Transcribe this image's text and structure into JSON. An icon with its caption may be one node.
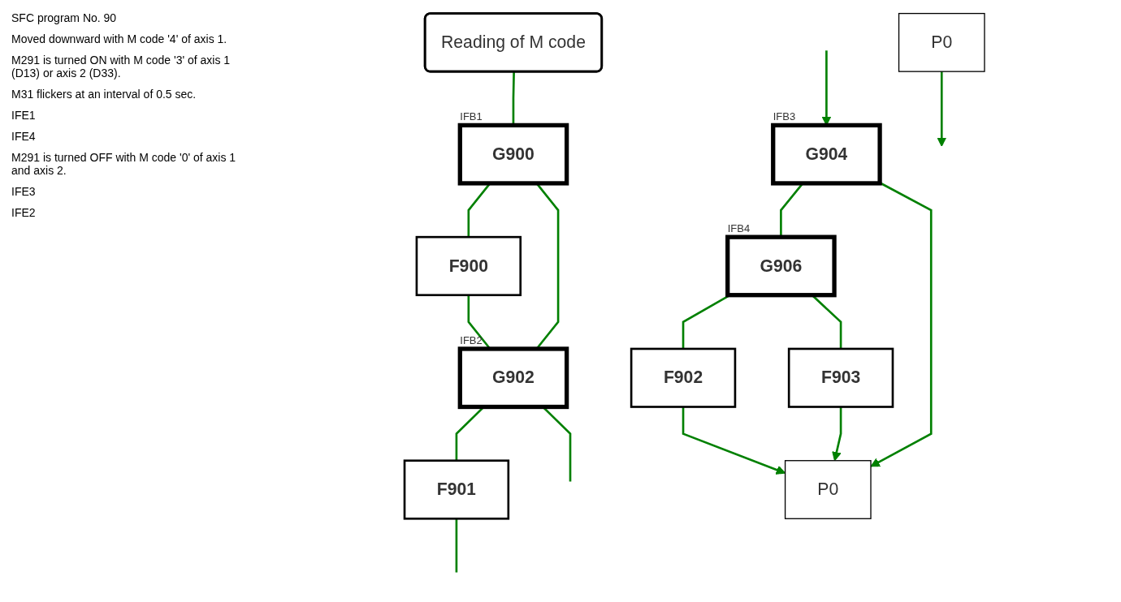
{
  "diagram": {
    "nodes": [
      {
        "text": [
          "Reading of M code"
        ]
      },
      {
        "text": [
          "P0"
        ]
      },
      {
        "text": [
          "G900"
        ],
        "beside": [
          "IFB1"
        ]
      },
      {
        "text": [
          "F900"
        ]
      },
      {
        "text": [
          "G902"
        ],
        "beside": [
          "IFB2"
        ]
      },
      {
        "text": [
          "F901"
        ]
      },
      {
        "text": [
          "G904"
        ],
        "beside": [
          "IFB3"
        ]
      },
      {
        "text": [
          "G906"
        ],
        "beside": [
          "IFB4"
        ]
      },
      {
        "text": [
          "F902"
        ]
      },
      {
        "text": [
          "F903"
        ]
      },
      {
        "text": [
          "P0"
        ]
      }
    ],
    "edges": [
      {
        "from": 0,
        "to": 2,
        "arrow": "none"
      },
      {
        "from": 1,
        "to": null,
        "arrow": "to"
      },
      {
        "from": 2,
        "to": 3,
        "arrow": "none"
      },
      {
        "from": 3,
        "to": 4,
        "arrow": "none"
      },
      {
        "from": 2,
        "to": 4,
        "arrow": "none"
      },
      {
        "from": 4,
        "to": 5,
        "arrow": "none"
      },
      {
        "from": 5,
        "to": null,
        "arrow": "none"
      },
      {
        "from": 4,
        "to": null,
        "arrow": "none"
      },
      {
        "from": null,
        "to": 6,
        "arrow": "to"
      },
      {
        "from": 6,
        "to": 7,
        "arrow": "none"
      },
      {
        "from": 7,
        "to": 8,
        "arrow": "none"
      },
      {
        "from": 7,
        "to": 9,
        "arrow": "none"
      },
      {
        "from": 8,
        "to": 10,
        "arrow": "to"
      },
      {
        "from": 9,
        "to": 10,
        "arrow": "to"
      },
      {
        "from": 6,
        "to": 10,
        "arrow": "to"
      }
    ],
    "labels": [
      "SFC program No. 90",
      "Moved downward with M code '4' of axis 1.",
      "M291 is turned ON with M code '3' of axis 1 (D13) or axis 2 (D33).",
      "M31 flickers at an interval of 0.5 sec.",
      "IFE1",
      "IFE4",
      "M291 is turned OFF with M code '0' of axis 1 and axis 2.",
      "IFE3",
      "IFE2"
    ]
  }
}
